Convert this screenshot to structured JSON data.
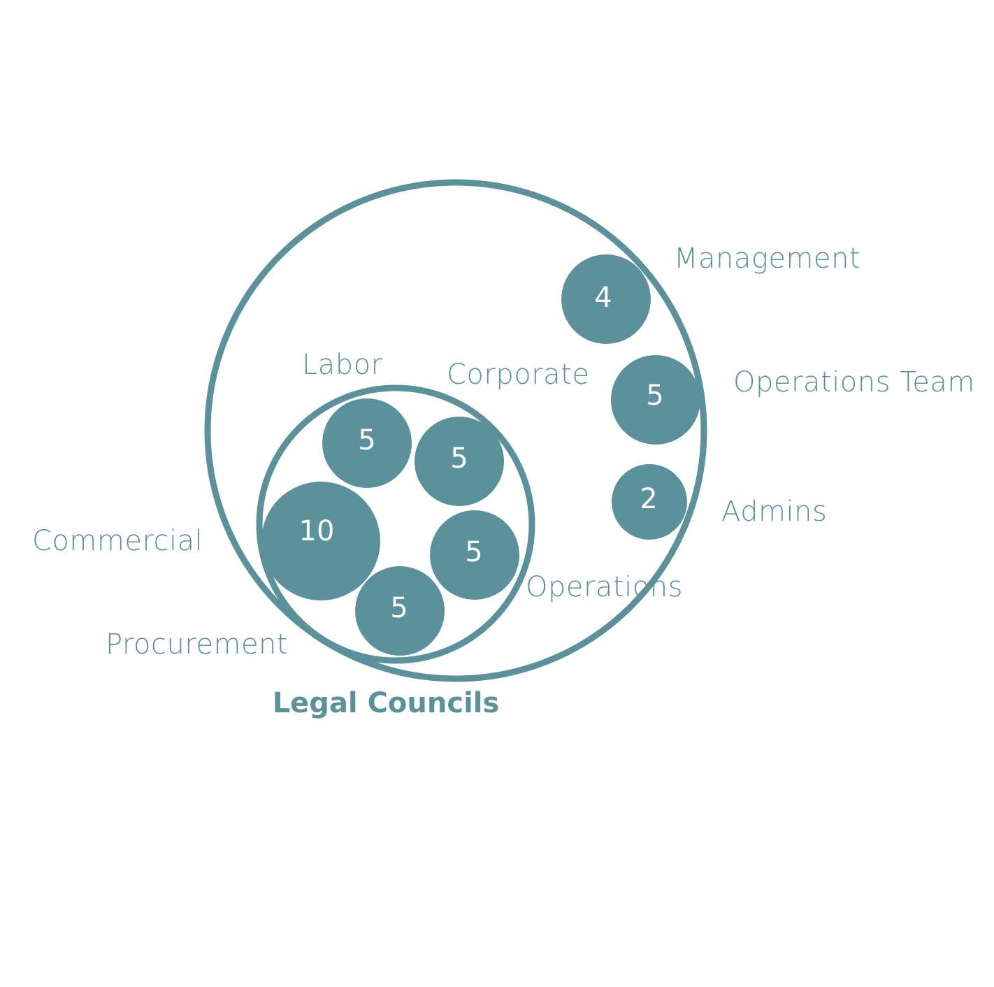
{
  "colors": {
    "accent": "#5a919b",
    "background": "#ffffff",
    "bubble_text": "#ffffff"
  },
  "legal_councils": {
    "title": "Legal Councils",
    "groups": [
      {
        "id": "labor",
        "label": "Labor",
        "value": "5"
      },
      {
        "id": "corporate",
        "label": "Corporate",
        "value": "5"
      },
      {
        "id": "commercial",
        "label": "Commercial",
        "value": "10"
      },
      {
        "id": "operations",
        "label": "Operations",
        "value": "5"
      },
      {
        "id": "procurement",
        "label": "Procurement",
        "value": "5"
      }
    ]
  },
  "other_groups": [
    {
      "id": "management",
      "label": "Management",
      "value": "4"
    },
    {
      "id": "operations-team",
      "label": "Operations Team",
      "value": "5"
    },
    {
      "id": "admins",
      "label": "Admins",
      "value": "2"
    }
  ]
}
